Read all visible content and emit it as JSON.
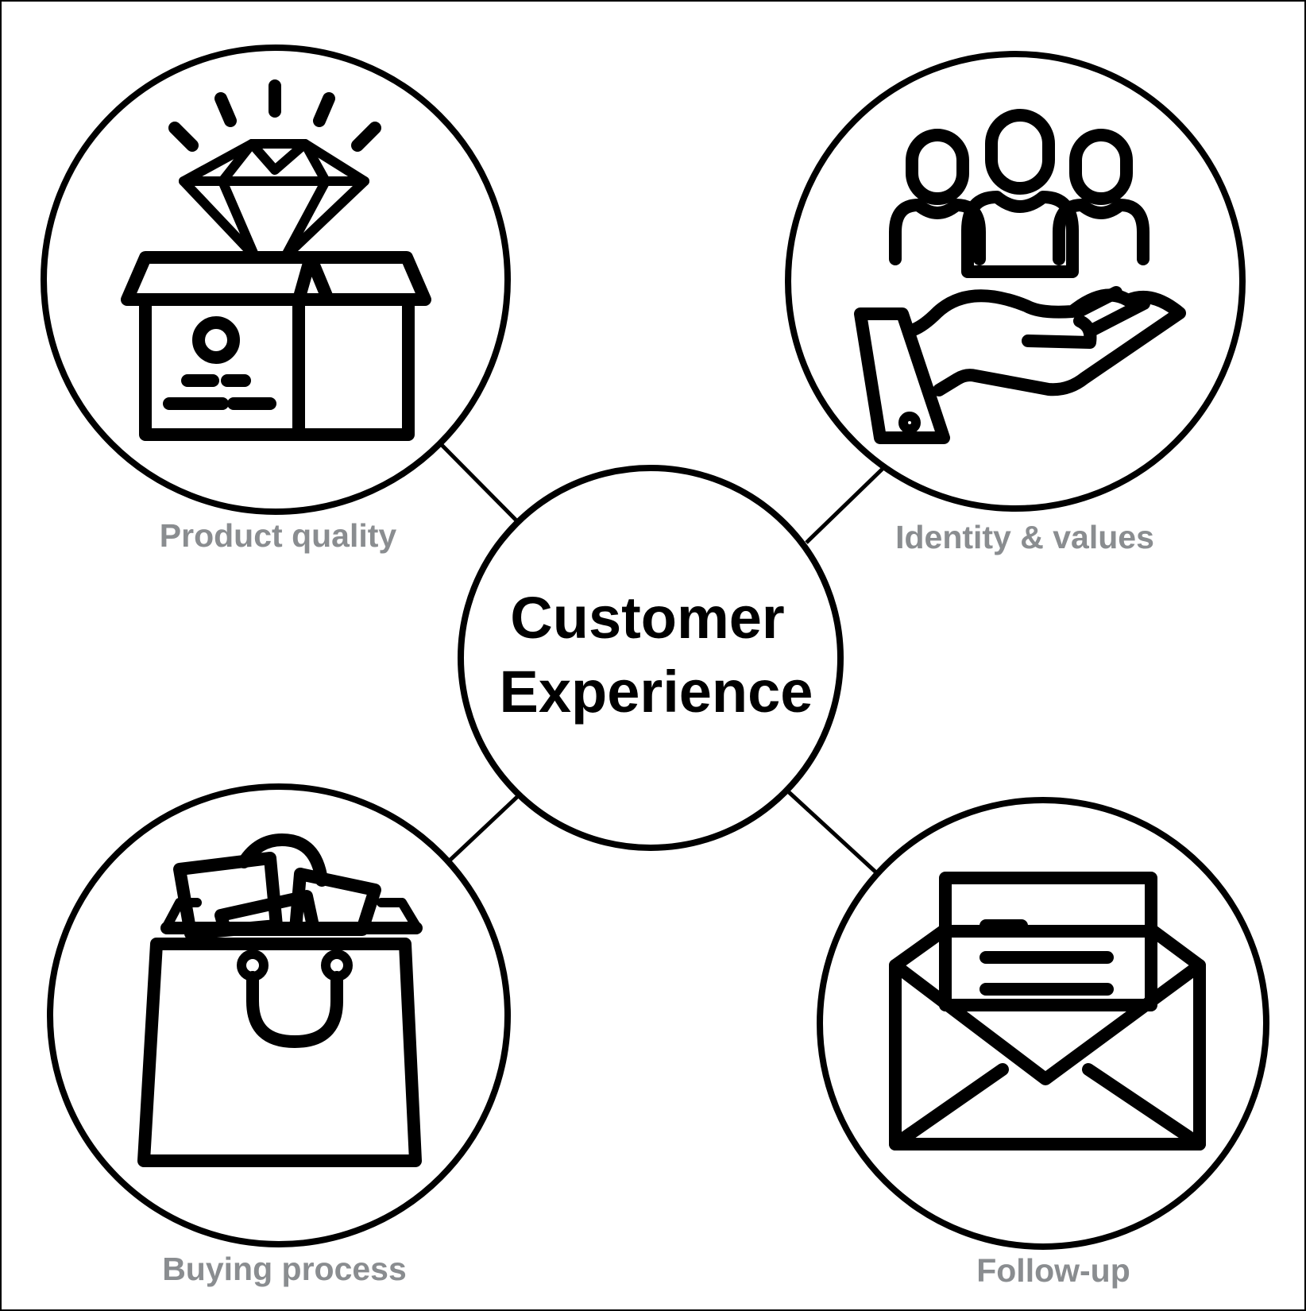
{
  "center": {
    "line1": "Customer",
    "line2": "Experience"
  },
  "nodes": [
    {
      "id": "product-quality",
      "label": "Product quality",
      "icon": "diamond-box-icon"
    },
    {
      "id": "identity-values",
      "label": "Identity & values",
      "icon": "people-hand-icon"
    },
    {
      "id": "buying-process",
      "label": "Buying process",
      "icon": "shopping-bag-icon"
    },
    {
      "id": "follow-up",
      "label": "Follow-up",
      "icon": "open-envelope-icon"
    }
  ],
  "colors": {
    "outline": "#000000",
    "label": "#8a8d90",
    "background": "#ffffff"
  }
}
